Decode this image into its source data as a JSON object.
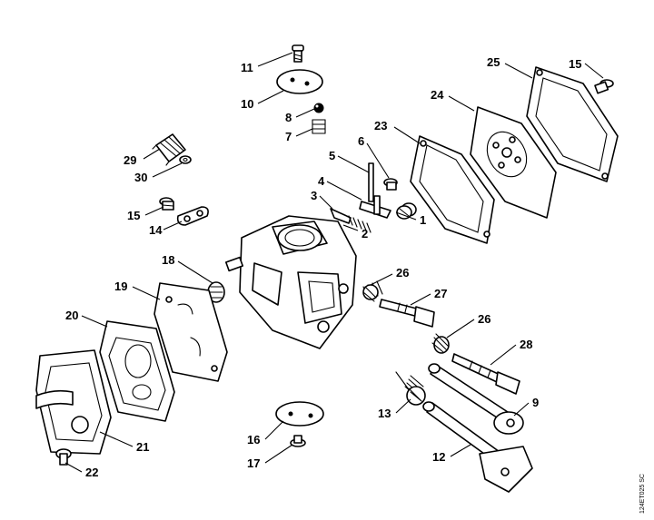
{
  "diagram": {
    "reference_code": "124ET025 SC",
    "callouts": [
      {
        "id": "c1",
        "label": "1"
      },
      {
        "id": "c2",
        "label": "2"
      },
      {
        "id": "c3",
        "label": "3"
      },
      {
        "id": "c4",
        "label": "4"
      },
      {
        "id": "c5",
        "label": "5"
      },
      {
        "id": "c6",
        "label": "6"
      },
      {
        "id": "c7",
        "label": "7"
      },
      {
        "id": "c8",
        "label": "8"
      },
      {
        "id": "c9",
        "label": "9"
      },
      {
        "id": "c10",
        "label": "10"
      },
      {
        "id": "c11",
        "label": "11"
      },
      {
        "id": "c12",
        "label": "12"
      },
      {
        "id": "c13",
        "label": "13"
      },
      {
        "id": "c14",
        "label": "14"
      },
      {
        "id": "c15a",
        "label": "15"
      },
      {
        "id": "c15b",
        "label": "15"
      },
      {
        "id": "c16",
        "label": "16"
      },
      {
        "id": "c17",
        "label": "17"
      },
      {
        "id": "c18",
        "label": "18"
      },
      {
        "id": "c19",
        "label": "19"
      },
      {
        "id": "c20",
        "label": "20"
      },
      {
        "id": "c21",
        "label": "21"
      },
      {
        "id": "c22",
        "label": "22"
      },
      {
        "id": "c23",
        "label": "23"
      },
      {
        "id": "c24",
        "label": "24"
      },
      {
        "id": "c25",
        "label": "25"
      },
      {
        "id": "c26a",
        "label": "26"
      },
      {
        "id": "c26b",
        "label": "26"
      },
      {
        "id": "c27",
        "label": "27"
      },
      {
        "id": "c28",
        "label": "28"
      },
      {
        "id": "c29",
        "label": "29"
      },
      {
        "id": "c30",
        "label": "30"
      }
    ]
  }
}
